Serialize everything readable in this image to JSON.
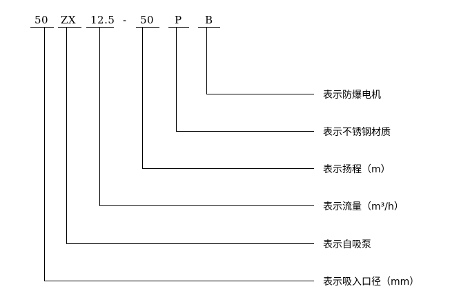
{
  "model_code": {
    "parts": [
      "50",
      "ZX",
      "12.5",
      "-",
      "50",
      "P",
      "B"
    ]
  },
  "descriptions": [
    "表示防爆电机",
    "表示不锈钢材质",
    "表示扬程（m）",
    "表示流量（m³/h）",
    "表示自吸泵",
    "表示吸入口径（mm）"
  ],
  "line_color": "#000000"
}
